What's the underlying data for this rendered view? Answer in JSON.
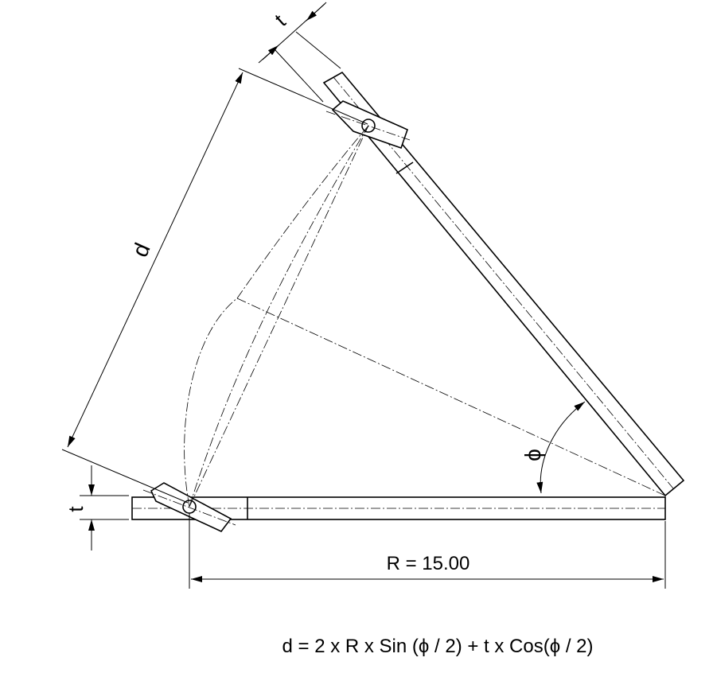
{
  "labels": {
    "thickness_top": "t",
    "thickness_left": "t",
    "distance": "d",
    "angle": "ϕ",
    "radius": "R = 15.00"
  },
  "formula": "d = 2 x R x Sin (ϕ / 2) + t x Cos(ϕ / 2)",
  "colors": {
    "line": "#000000",
    "background": "#ffffff"
  }
}
